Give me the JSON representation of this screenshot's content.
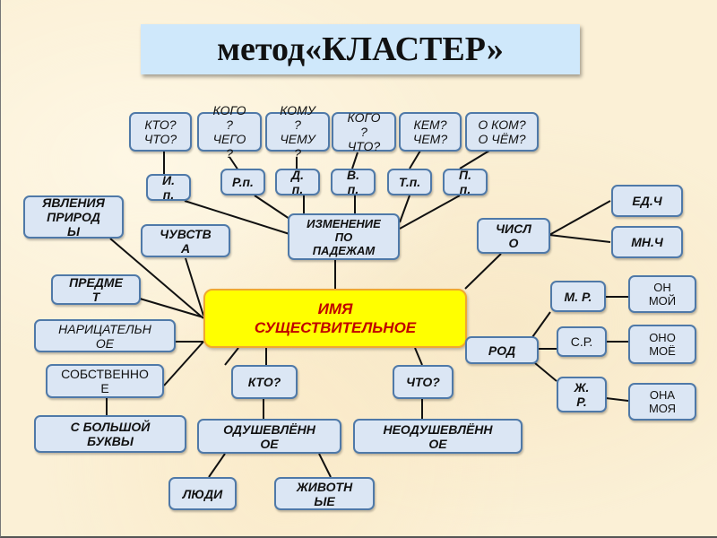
{
  "title": "метод«КЛАСТЕР»",
  "center": "ИМЯ\nСУЩЕСТВИТЕЛЬНОЕ",
  "colors": {
    "background": "#fbf0d6",
    "title_bg": "#cfe8fb",
    "box_bg": "#dbe6f4",
    "box_border": "#4f79a8",
    "center_bg": "#ffff00",
    "center_text": "#c00000"
  },
  "questions": [
    "КТО?\nЧТО?",
    "КОГО\n?\nЧЕГО\n?",
    "КОМУ\n?\nЧЕМУ\n?",
    "КОГО\n?\nЧТО?",
    "КЕМ?\nЧЕМ?",
    "О КОМ?\nО ЧЁМ?"
  ],
  "cases": [
    "И.\nп.",
    "Р.п.",
    "Д.\nп.",
    "В.\nп.",
    "Т.п.",
    "П.\nп."
  ],
  "declension": "ИЗМЕНЕНИЕ\nПО\nПАДЕЖАМ",
  "left_nodes": {
    "nature": "ЯВЛЕНИЯ\nПРИРОД\nЫ",
    "feelings": "ЧУВСТВ\nА",
    "object": "ПРЕДМЕ\nТ",
    "common": "НАРИЦАТЕЛЬН\nОЕ",
    "proper": "СОБСТВЕННО\nЕ",
    "capital": "С БОЛЬШОЙ\nБУКВЫ"
  },
  "number": {
    "label": "ЧИСЛ\nО",
    "singular": "ЕД.Ч",
    "plural": "МН.Ч"
  },
  "gender": {
    "label": "РОД",
    "masculine": "М. Р.",
    "neuter": "С.Р.",
    "feminine": "Ж.\nР.",
    "masc_example": "ОН\nМОЙ",
    "neut_example": "ОНО\nМОЁ",
    "fem_example": "ОНА\nМОЯ"
  },
  "animacy": {
    "who": "КТО?",
    "what": "ЧТО?",
    "animate": "ОДУШЕВЛЁНН\nОЕ",
    "inanimate": "НЕОДУШЕВЛЁНН\nОЕ",
    "people": "ЛЮДИ",
    "animals": "ЖИВОТН\nЫЕ"
  }
}
